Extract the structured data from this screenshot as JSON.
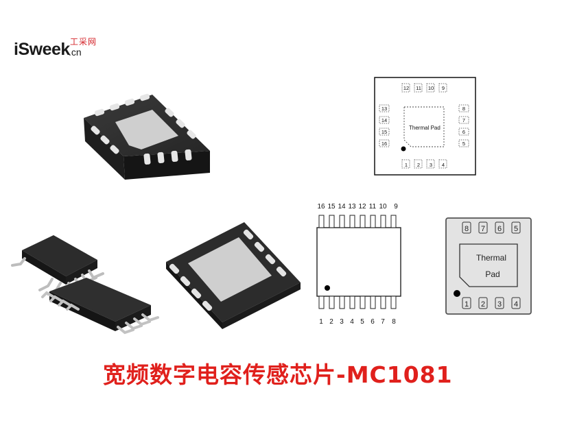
{
  "logo": {
    "brand_main": "iSweek",
    "brand_suffix": ".cn",
    "brand_cn": "工采网"
  },
  "title": "宽频数字电容传感芯片-MC1081",
  "qfn16_diagram": {
    "pad_label": "Thermal Pad",
    "top_pins": [
      "12",
      "11",
      "10",
      "9"
    ],
    "left_pins": [
      "13",
      "14",
      "15",
      "16"
    ],
    "right_pins": [
      "8",
      "7",
      "6",
      "5"
    ],
    "bottom_pins": [
      "1",
      "2",
      "3",
      "4"
    ]
  },
  "tssop16_diagram": {
    "top_pins": [
      "16",
      "15",
      "14",
      "13",
      "12",
      "11",
      "10",
      "9"
    ],
    "bottom_pins": [
      "1",
      "2",
      "3",
      "4",
      "5",
      "6",
      "7",
      "8"
    ]
  },
  "dfn8_diagram": {
    "pad_label_line1": "Thermal",
    "pad_label_line2": "Pad",
    "top_pins": [
      "8",
      "7",
      "6",
      "5"
    ],
    "bottom_pins": [
      "1",
      "2",
      "3",
      "4"
    ]
  }
}
